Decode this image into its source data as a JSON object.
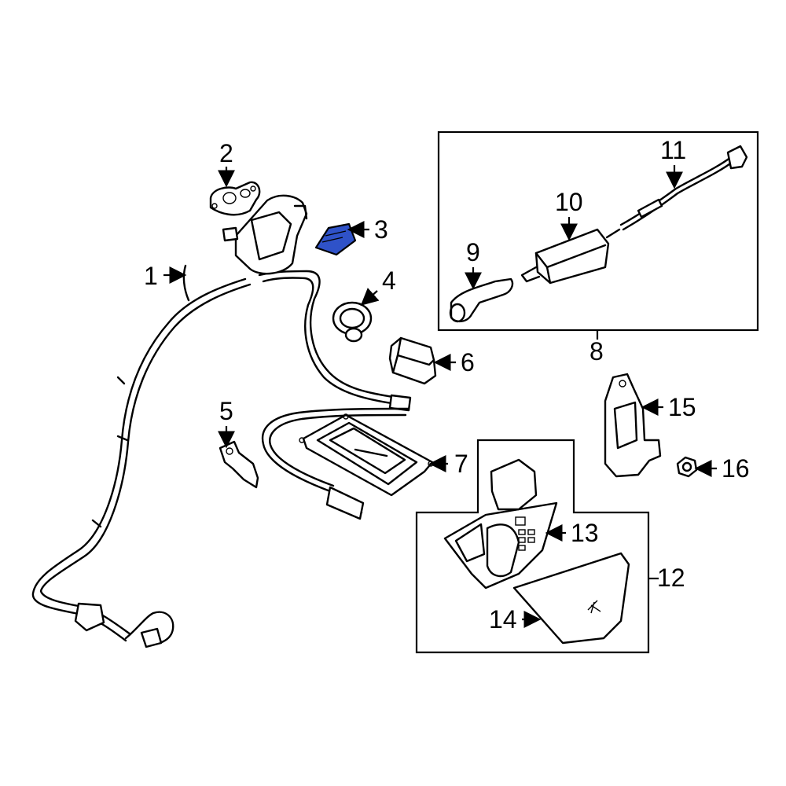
{
  "callouts": {
    "c1": "1",
    "c2": "2",
    "c3": "3",
    "c4": "4",
    "c5": "5",
    "c6": "6",
    "c7": "7",
    "c8": "8",
    "c9": "9",
    "c10": "10",
    "c11": "11",
    "c12": "12",
    "c13": "13",
    "c14": "14",
    "c15": "15",
    "c16": "16"
  },
  "highlight_color": "#2f52c8"
}
